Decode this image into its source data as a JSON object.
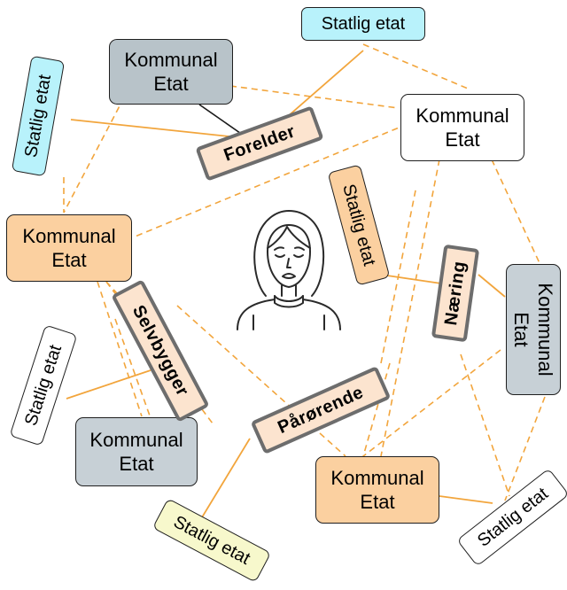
{
  "nodes": {
    "kom_topleft": {
      "line1": "Kommunal",
      "line2": "Etat"
    },
    "kom_topright": {
      "line1": "Kommunal",
      "line2": "Etat"
    },
    "kom_left": {
      "line1": "Kommunal",
      "line2": "Etat"
    },
    "kom_right": {
      "line1": "Kommunal",
      "line2": "Etat"
    },
    "kom_bottomleft": {
      "line1": "Kommunal",
      "line2": "Etat"
    },
    "kom_bottom": {
      "line1": "Kommunal",
      "line2": "Etat"
    },
    "stat_top": "Statlig etat",
    "stat_topleft": "Statlig etat",
    "stat_center": "Statlig etat",
    "stat_left": "Statlig etat",
    "stat_bottom": "Statlig etat",
    "stat_bottomright": "Statlig etat"
  },
  "roles": {
    "forelder": "Forelder",
    "naering": "Næring",
    "selvbygger": "Selvbygger",
    "parorende": "Pårørende"
  },
  "center_icon": "distressed-person-icon",
  "colors": {
    "grey_box": "#b8c3c9",
    "light_grey_box": "#c7d0d6",
    "orange_box": "#fbd0a0",
    "white_box": "#ffffff",
    "cyan_box": "#b8f2fb",
    "pale_yellow_box": "#f7f8cc",
    "role_fill": "#fce4cf",
    "line_orange": "#f2a53c"
  }
}
